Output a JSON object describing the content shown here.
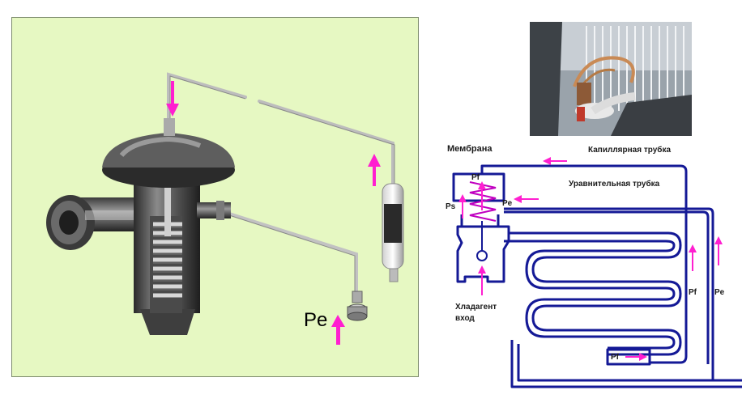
{
  "colors": {
    "panel_background": "#e6f8c2",
    "arrow": "#ff1fd0",
    "circuit": "#141996"
  },
  "left_panel": {
    "pressure_label": "Pe"
  },
  "schematic": {
    "labels": {
      "membrane": "Мембрана",
      "capillary_tube": "Капиллярная трубка",
      "equalizer_tube": "Уравнительная трубка",
      "pf_top": "Pf",
      "ps": "Ps",
      "pe_inner": "Pe",
      "refrigerant_inlet_line1": "Хладагент",
      "refrigerant_inlet_line2": "вход",
      "pf_right": "Pf",
      "pe_right": "Pe",
      "pf_bulb": "Pf"
    }
  }
}
